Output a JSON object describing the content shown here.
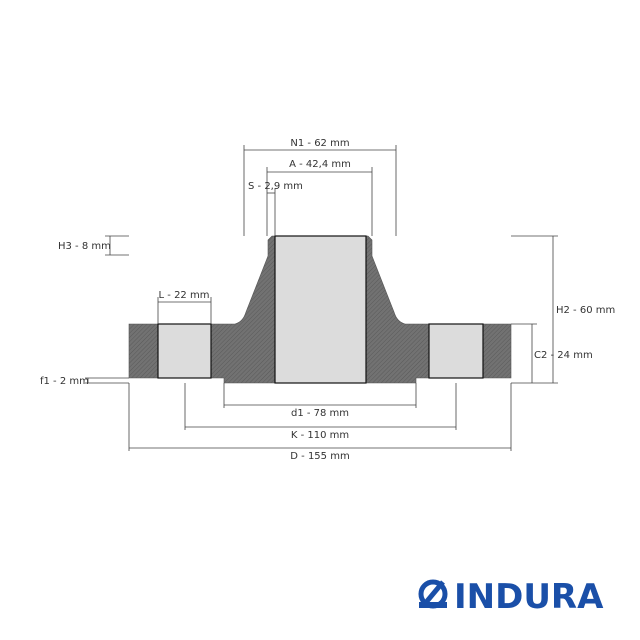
{
  "dimensions": {
    "n1": "N1 - 62 mm",
    "a": "A - 42,4 mm",
    "s": "S - 2,9 mm",
    "h3": "H3 - 8 mm",
    "l": "L - 22 mm",
    "h2": "H2 - 60 mm",
    "c2": "C2 - 24 mm",
    "f1": "f1 - 2 mm",
    "d1": "d1 - 78 mm",
    "k": "K - 110 mm",
    "d": "D - 155 mm"
  },
  "logo": {
    "text": "INDURA",
    "color": "#1a4fa8"
  },
  "colors": {
    "section": "#6e6e6e",
    "bore": "#dcdcdc"
  }
}
